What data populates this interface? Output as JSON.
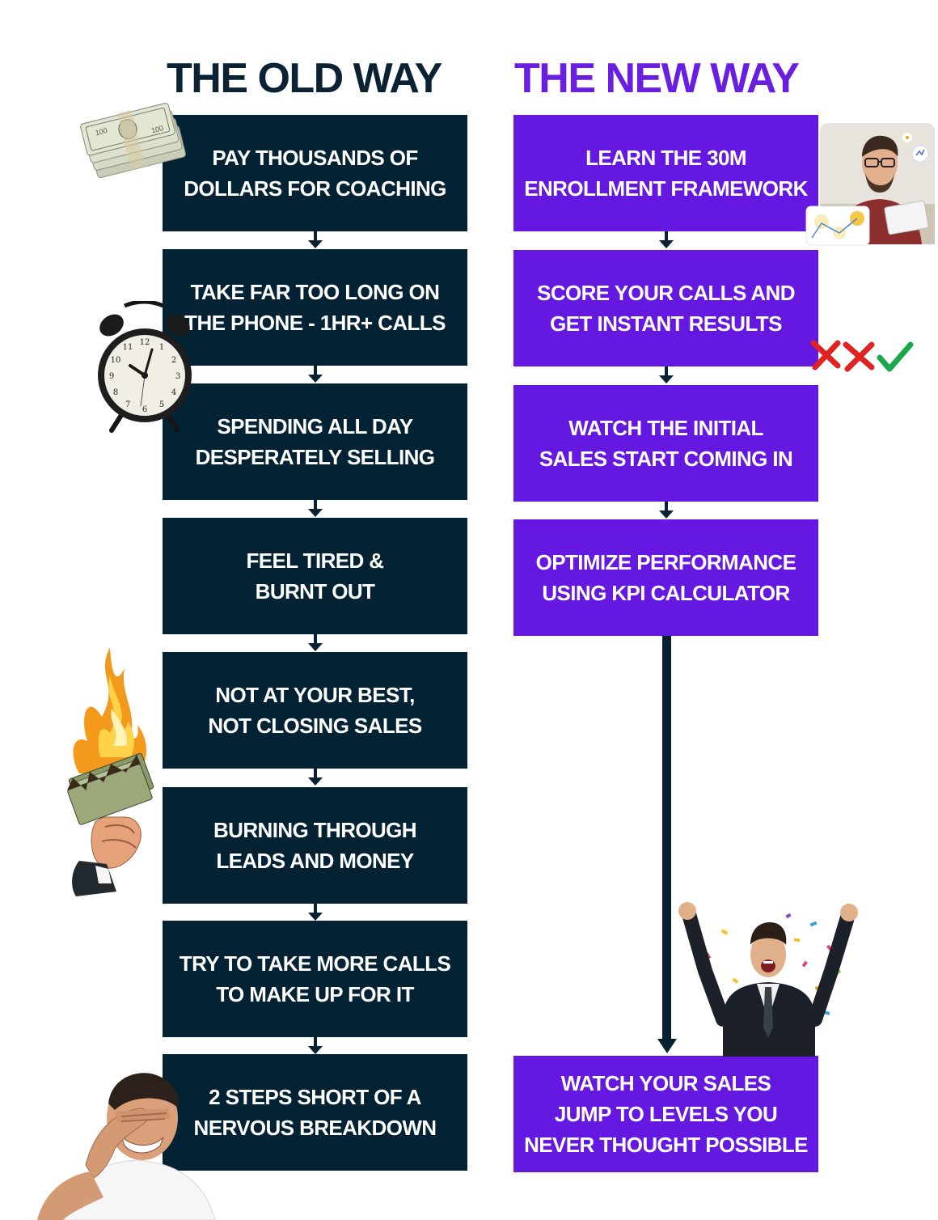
{
  "headings": {
    "old": "THE OLD WAY",
    "new": "THE NEW WAY"
  },
  "colors": {
    "old_box": "#032233",
    "new_box": "#6519e0",
    "old_heading": "#0a2233",
    "new_heading": "#6a1fe0"
  },
  "old_way": [
    {
      "line1": "PAY THOUSANDS OF",
      "line2": "DOLLARS FOR COACHING"
    },
    {
      "line1": "TAKE FAR TOO LONG ON",
      "line2": "THE PHONE - 1HR+ CALLS"
    },
    {
      "line1": "SPENDING ALL DAY",
      "line2": "DESPERATELY SELLING"
    },
    {
      "line1": "FEEL TIRED &",
      "line2": "BURNT OUT"
    },
    {
      "line1": "NOT AT YOUR BEST,",
      "line2": "NOT CLOSING SALES"
    },
    {
      "line1": "BURNING THROUGH",
      "line2": "LEADS AND MONEY"
    },
    {
      "line1": "TRY TO TAKE MORE CALLS",
      "line2": "TO MAKE UP FOR IT"
    },
    {
      "line1": "2 STEPS SHORT OF A",
      "line2": "NERVOUS BREAKDOWN"
    }
  ],
  "new_way": [
    {
      "line1": "LEARN THE 30M",
      "line2": "ENROLLMENT FRAMEWORK"
    },
    {
      "line1": "SCORE YOUR CALLS AND",
      "line2": "GET INSTANT RESULTS"
    },
    {
      "line1": "WATCH THE INITIAL",
      "line2": "SALES START COMING IN"
    },
    {
      "line1": "OPTIMIZE PERFORMANCE",
      "line2": "USING KPI CALCULATOR"
    },
    {
      "line1": "WATCH YOUR SALES",
      "line2": "JUMP TO LEVELS YOU",
      "line3": "NEVER THOUGHT POSSIBLE"
    }
  ],
  "illustrations": {
    "cash_stack": "cash-stack-icon",
    "alarm_clock": "alarm-clock-icon",
    "burning_money": "burning-money-icon",
    "stressed_man": "stressed-man-icon",
    "man_at_laptop": "man-at-laptop-icon",
    "score_marks": "x-x-check-icon",
    "celebrating_man": "celebrating-man-icon",
    "clock_numerals": [
      "12",
      "1",
      "2",
      "3",
      "4",
      "5",
      "6",
      "7",
      "8",
      "9",
      "10",
      "11"
    ]
  }
}
